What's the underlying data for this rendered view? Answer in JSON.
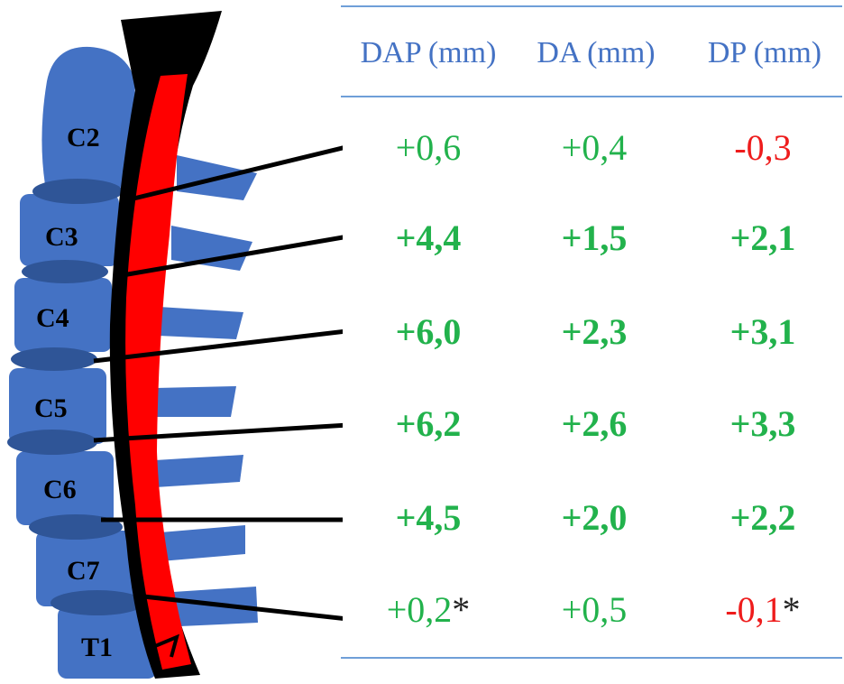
{
  "vertebrae": [
    "C2",
    "C3",
    "C4",
    "C5",
    "C6",
    "C7",
    "T1"
  ],
  "headers": [
    "DAP (mm)",
    "DA (mm)",
    "DP (mm)"
  ],
  "rows": [
    {
      "dap": "+0,6",
      "da": "+0,4",
      "dp": "-0,3",
      "bold": false,
      "dap_mark": "",
      "dp_mark": ""
    },
    {
      "dap": "+4,4",
      "da": "+1,5",
      "dp": "+2,1",
      "bold": true,
      "dap_mark": "",
      "dp_mark": ""
    },
    {
      "dap": "+6,0",
      "da": "+2,3",
      "dp": "+3,1",
      "bold": true,
      "dap_mark": "",
      "dp_mark": ""
    },
    {
      "dap": "+6,2",
      "da": "+2,6",
      "dp": "+3,3",
      "bold": true,
      "dap_mark": "",
      "dp_mark": ""
    },
    {
      "dap": "+4,5",
      "da": "+2,0",
      "dp": "+2,2",
      "bold": true,
      "dap_mark": "",
      "dp_mark": ""
    },
    {
      "dap": "+0,2",
      "da": "+0,5",
      "dp": "-0,1",
      "bold": false,
      "dap_mark": "*",
      "dp_mark": "*"
    }
  ],
  "colors": {
    "vertebra": "#4472c4",
    "disc": "#2f5597",
    "cord": "#ff0000",
    "positive": "#22b24c",
    "negative": "#ee1c1c",
    "header": "#4472c4",
    "rule": "#6f9fd8"
  }
}
